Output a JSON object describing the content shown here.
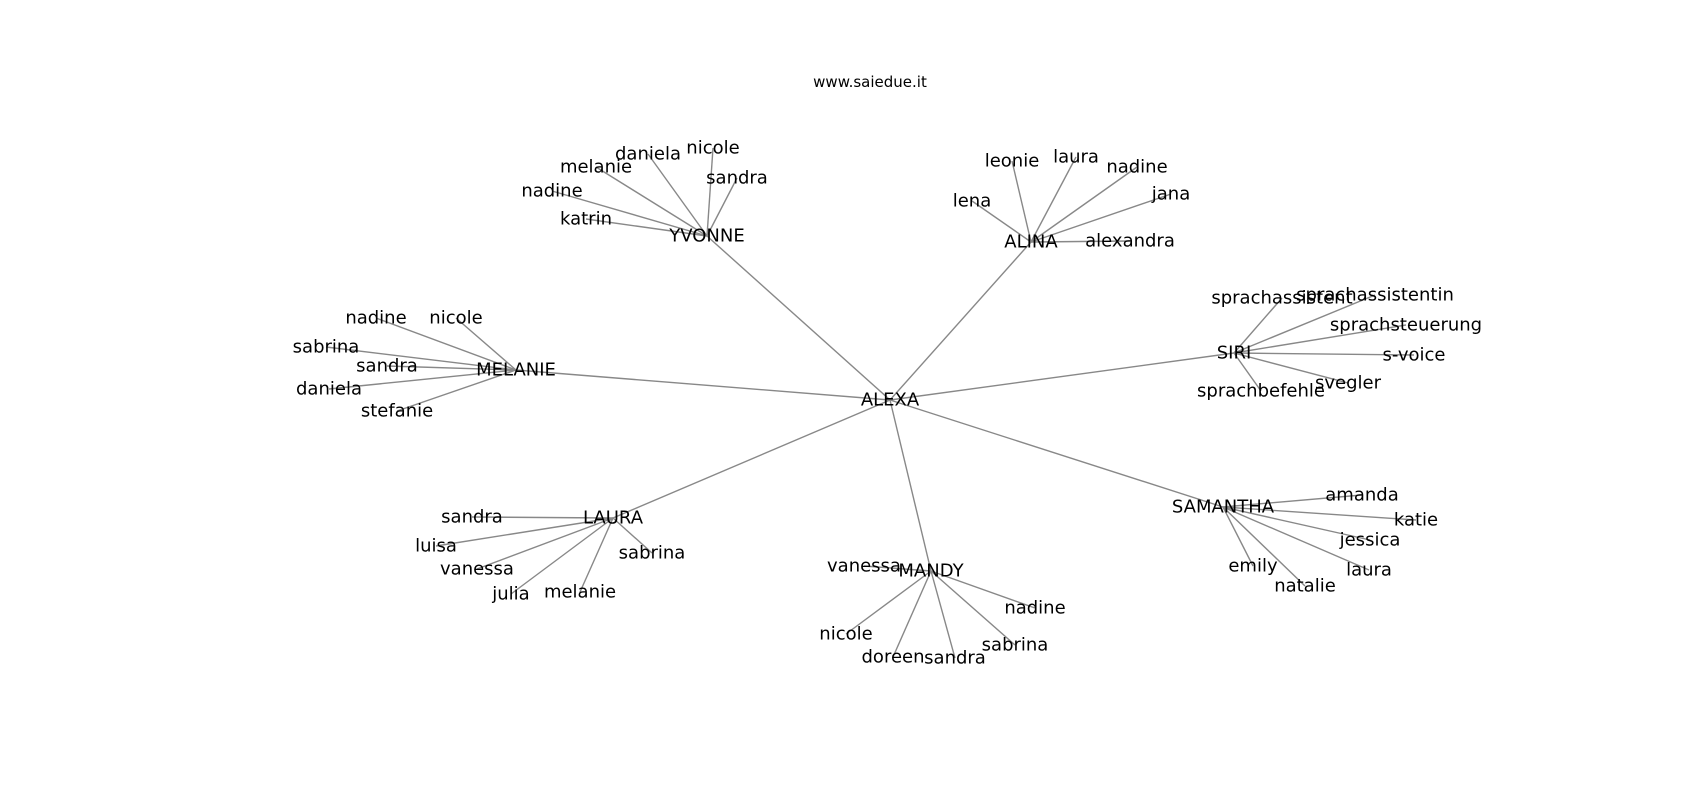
{
  "site_label": "www.saiedue.it",
  "colors": {
    "edge": "#888888",
    "text": "#000000",
    "background": "#ffffff"
  },
  "graph": {
    "center": "ALEXA",
    "hubs": [
      {
        "id": "YVONNE",
        "label": "YVONNE",
        "children": [
          "katrin",
          "nadine",
          "melanie",
          "daniela",
          "nicole",
          "sandra"
        ]
      },
      {
        "id": "ALINA",
        "label": "ALINA",
        "children": [
          "lena",
          "leonie",
          "laura",
          "nadine",
          "jana",
          "alexandra"
        ]
      },
      {
        "id": "SIRI",
        "label": "SIRI",
        "children": [
          "sprachassistent",
          "sprachassistentin",
          "sprachsteuerung",
          "s-voice",
          "svegler",
          "sprachbefehle"
        ]
      },
      {
        "id": "SAMANTHA",
        "label": "SAMANTHA",
        "children": [
          "amanda",
          "katie",
          "jessica",
          "laura",
          "natalie",
          "emily"
        ]
      },
      {
        "id": "MANDY",
        "label": "MANDY",
        "children": [
          "vanessa",
          "nicole",
          "doreen",
          "sandra",
          "sabrina",
          "nadine"
        ]
      },
      {
        "id": "LAURA",
        "label": "LAURA",
        "children": [
          "sandra",
          "luisa",
          "vanessa",
          "julia",
          "melanie",
          "sabrina"
        ]
      },
      {
        "id": "MELANIE",
        "label": "MELANIE",
        "children": [
          "nadine",
          "nicole",
          "sabrina",
          "sandra",
          "daniela",
          "stefanie"
        ]
      }
    ]
  }
}
